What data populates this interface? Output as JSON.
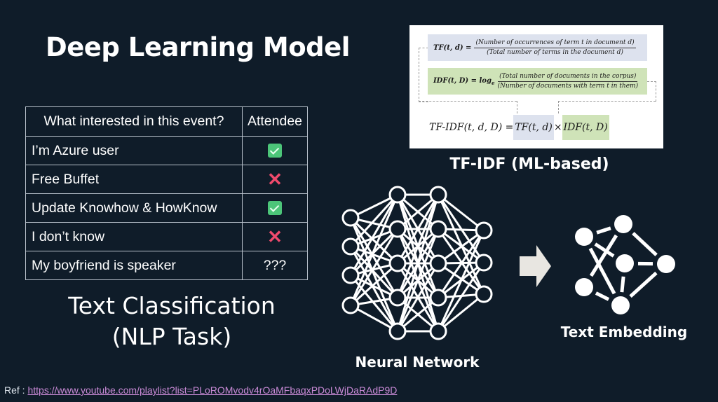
{
  "slide": {
    "title": "Deep Learning Model"
  },
  "classification_table": {
    "headers": [
      "What interested in this event?",
      "Attendee"
    ],
    "rows": [
      {
        "question": "I’m Azure user",
        "attendee": "check"
      },
      {
        "question": "Free Buffet",
        "attendee": "cross"
      },
      {
        "question": "Update Knowhow & HowKnow",
        "attendee": "check"
      },
      {
        "question": "I don’t know",
        "attendee": "cross"
      },
      {
        "question": "My boyfriend is speaker",
        "attendee": "???"
      }
    ],
    "cross_glyph": "✕",
    "check_color": "#4cc579",
    "cross_color": "#f04a6c"
  },
  "labels": {
    "text_classification_line1": "Text Classification",
    "text_classification_line2": "(NLP Task)",
    "tfidf": "TF-IDF (ML-based)",
    "neural_network": "Neural Network",
    "text_embedding": "Text Embedding"
  },
  "formula": {
    "tf_lhs": "TF(t, d) =",
    "tf_num": "(Number of occurrences of term t in document d)",
    "tf_den": "(Total number of terms in the document d)",
    "idf_lhs": "IDF(t, D) =  log",
    "idf_sub": "e",
    "idf_num": "(Total number of documents in the corpus)",
    "idf_den": "(Number of documents with term t in them)",
    "final_lhs": "TF-IDF(t, d, D) = ",
    "final_tf": "TF(t, d)",
    "final_times": "×",
    "final_idf": "IDF(t, D)"
  },
  "reference": {
    "prefix": "Ref : ",
    "url": "https://www.youtube.com/playlist?list=PLoROMvodv4rOaMFbaqxPDoLWjDaRAdP9D"
  },
  "icons": {
    "neural_network": "neural-network-icon",
    "arrow": "right-arrow-icon",
    "embedding": "graph-embedding-icon"
  }
}
